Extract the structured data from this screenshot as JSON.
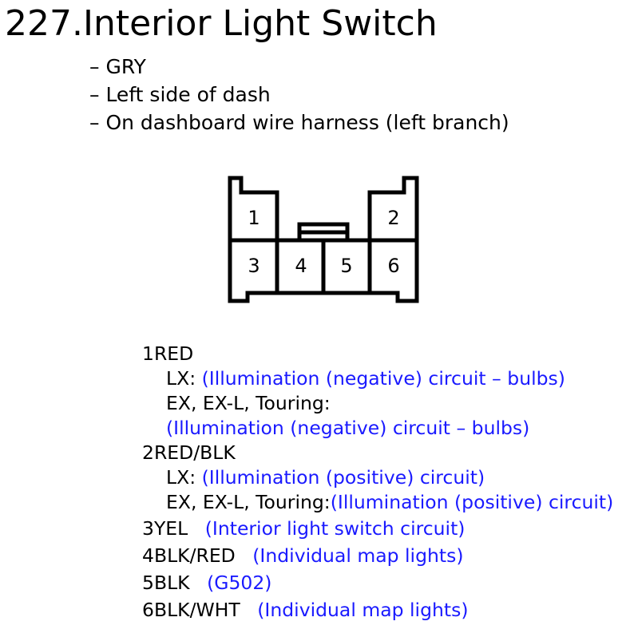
{
  "title": {
    "number": "227.",
    "text": "Interior Light Switch"
  },
  "bullets": [
    "– GRY",
    "– Left side of dash",
    "– On dashboard wire harness (left branch)"
  ],
  "connector": {
    "cells": [
      "1",
      "2",
      "3",
      "4",
      "5",
      "6"
    ]
  },
  "pins": [
    {
      "number": "1",
      "wire": "RED",
      "lines": [
        {
          "label": "LX:",
          "desc": "(Illumination (negative) circuit – bulbs)"
        },
        {
          "label": "EX, EX-L, Touring:",
          "desc": ""
        },
        {
          "label": "",
          "desc": "(Illumination (negative) circuit – bulbs)"
        }
      ]
    },
    {
      "number": "2",
      "wire": "RED/BLK",
      "lines": [
        {
          "label": "LX:",
          "desc": "(Illumination (positive) circuit)"
        },
        {
          "label": "EX, EX-L, Touring:",
          "desc": "(Illumination (positive) circuit)"
        }
      ]
    },
    {
      "number": "3",
      "wire": "YEL",
      "desc": "(Interior light switch circuit)"
    },
    {
      "number": "4",
      "wire": "BLK/RED",
      "desc": "(Individual map lights)"
    },
    {
      "number": "5",
      "wire": "BLK",
      "desc": "(G502)"
    },
    {
      "number": "6",
      "wire": "BLK/WHT",
      "desc": "(Individual map lights)"
    }
  ],
  "colors": {
    "text": "#000000",
    "circuit": "#1a1aff"
  }
}
